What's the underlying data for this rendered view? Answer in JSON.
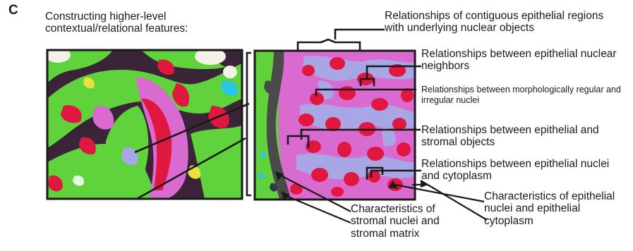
{
  "panel_letter": "C",
  "heading": "Constructing higher-level contextual/relational features:",
  "annotations": {
    "contiguous": "Relationships of contiguous epithelial regions with underlying nuclear objects",
    "neighbors": "Relationships between epithelial nuclear neighbors",
    "morphology": "Relationships between morphologically regular and irregular nuclei",
    "epi_stromal": "Relationships between epithelial and stromal objects",
    "nuclei_cytoplasm": "Relationships between epithelial nuclei and cytoplasm",
    "epi_characteristics": "Characteristics of epithelial nuclei and epithelial cytoplasm",
    "stromal_characteristics": "Characteristics of stromal nuclei and stromal matrix"
  },
  "colors": {
    "stroma": "#5fd23c",
    "epithelium": "#d86ad0",
    "cytoplasm": "#a9a6e6",
    "nucleus": "#e0173f",
    "background_dark": "#3a2438",
    "lumen": "#f4f1e8",
    "stromal_nucleus": "#2f3a4a",
    "outline": "#1a1a1a"
  }
}
